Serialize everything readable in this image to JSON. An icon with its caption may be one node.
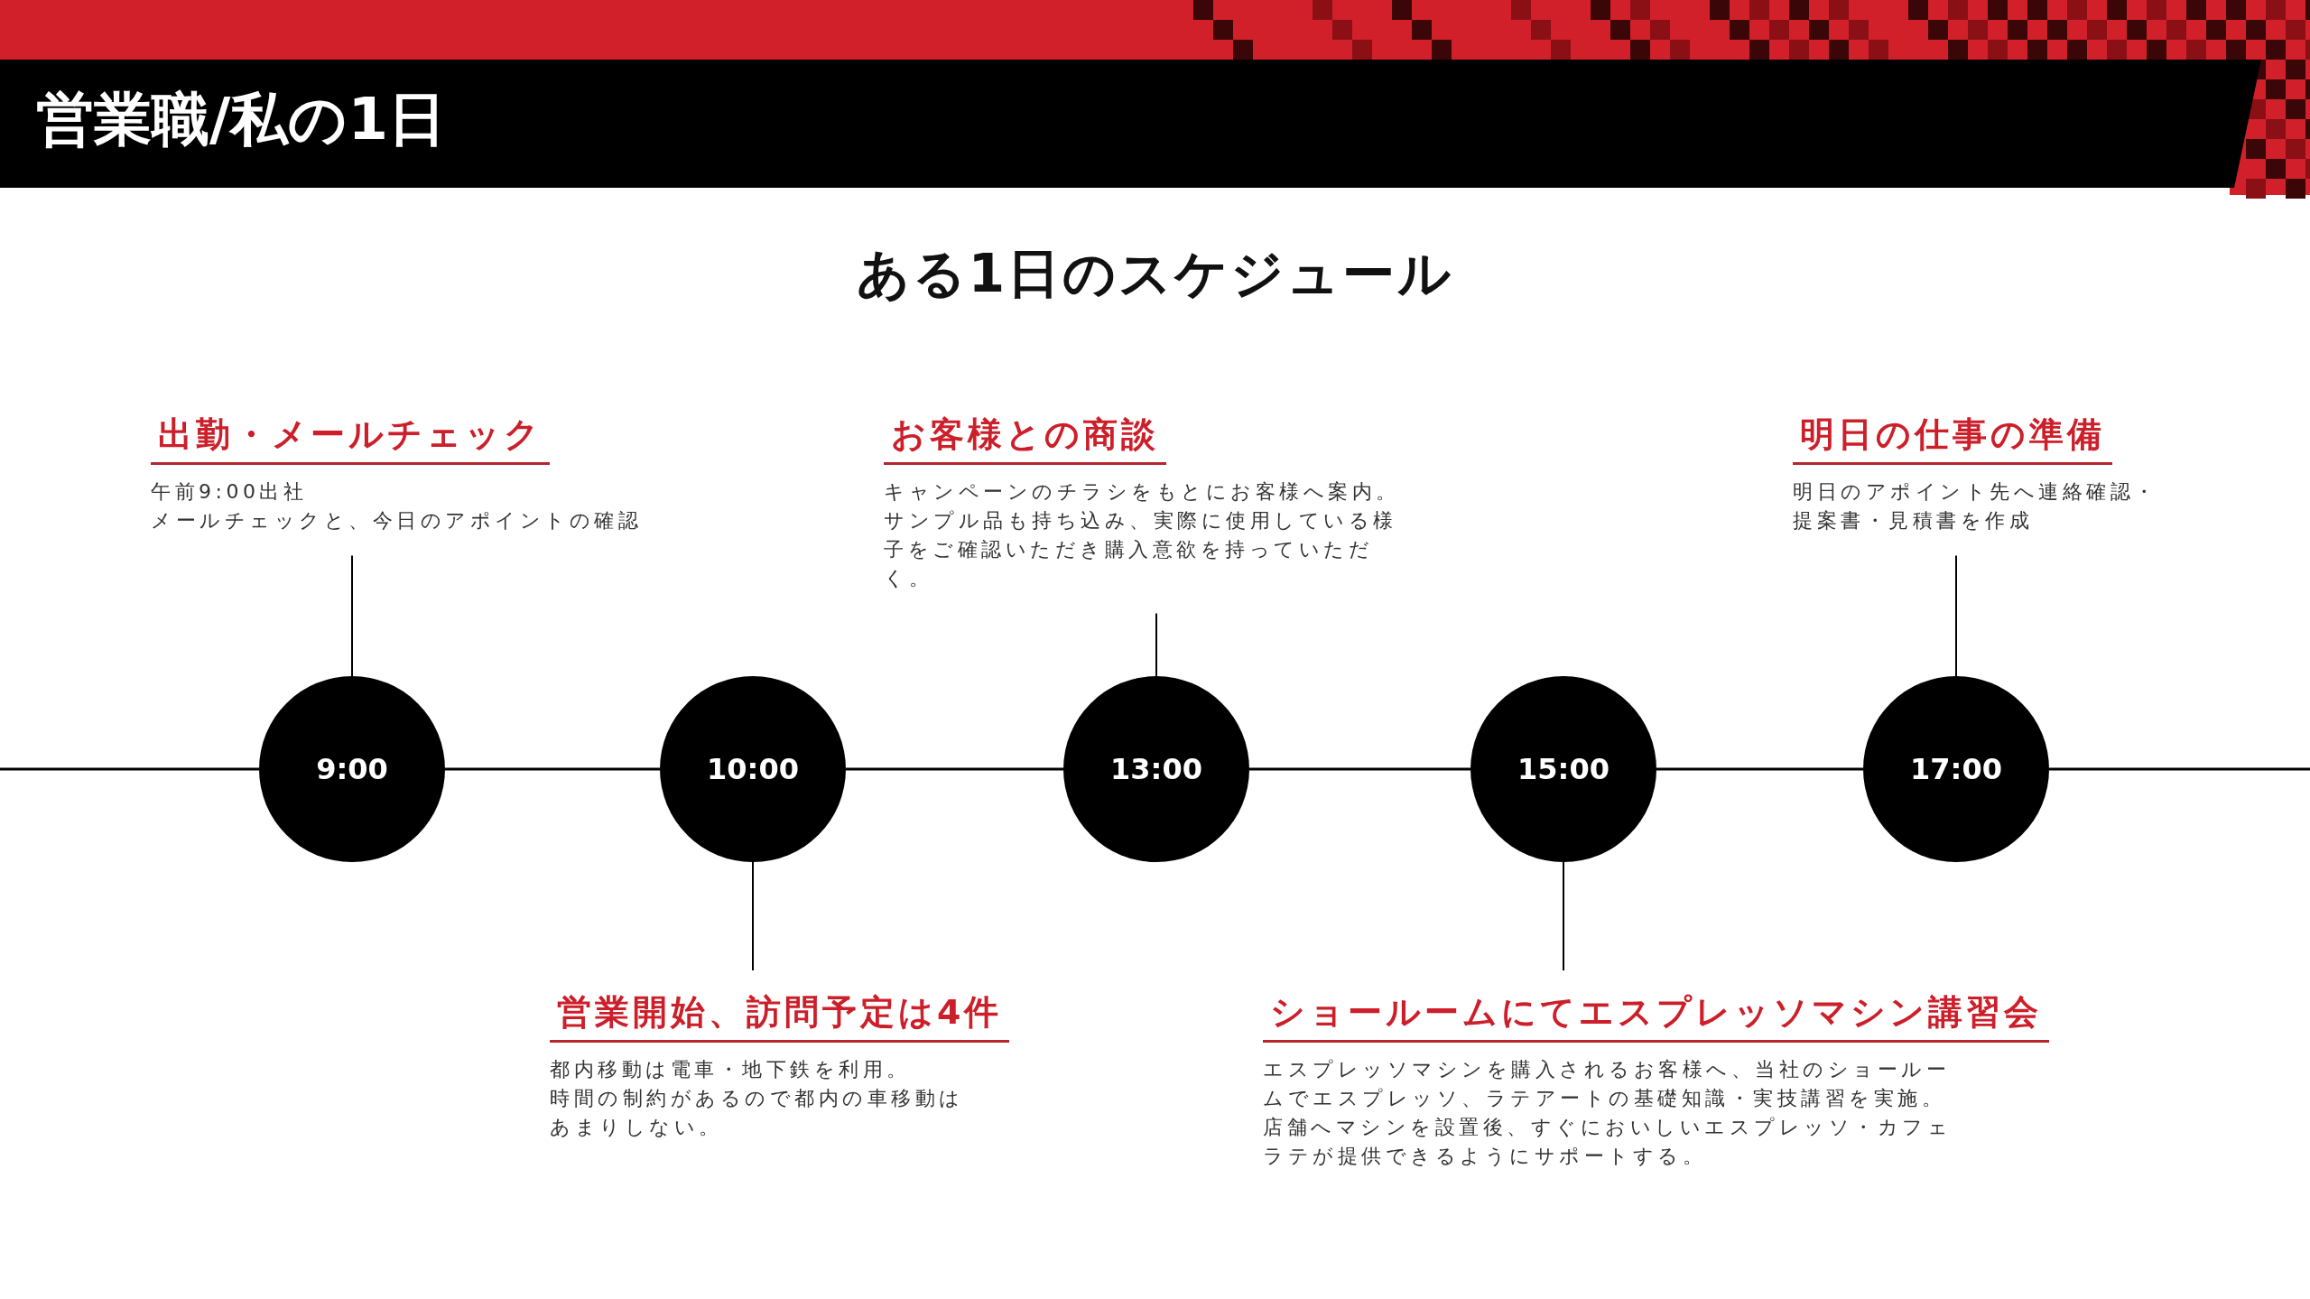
{
  "diagram": {
    "title": "営業職/私の1日",
    "nodes": [
      {
        "text": [
          "9:00"
        ]
      },
      {
        "text": [
          "10:00"
        ]
      },
      {
        "text": [
          "13:00"
        ]
      },
      {
        "text": [
          "15:00"
        ]
      },
      {
        "text": [
          "17:00"
        ]
      },
      {
        "text": [
          "出勤・メールチェック",
          "午前9:00出社",
          "メールチェックと、今日のアポイントの確認"
        ]
      },
      {
        "text": [
          "営業開始、訪問予定は4件",
          "都内移動は電車・地下鉄を利用。",
          "時間の制約があるので都内の車移動はあまりしない。"
        ]
      },
      {
        "text": [
          "お客様との商談",
          "キャンペーンのチラシをもとにお客様へ案内。",
          "サンプル品も持ち込み、実際に使用している様子をご確認いただき購入意欲を持っていただく。"
        ]
      },
      {
        "text": [
          "ショールームにてエスプレッソマシン講習会",
          "エスプレッソマシンを購入されるお客様へ、当社のショールームでエスプレッソ、ラテアートの基礎知識・実技講習を実施。",
          "店舗へマシンを設置後、すぐにおいしいエスプレッソ・カフェラテが提供できるようにサポートする。"
        ]
      },
      {
        "text": [
          "明日の仕事の準備",
          "明日のアポイント先へ連絡確認・提案書・見積書を作成"
        ]
      }
    ],
    "edges": [
      {
        "from": null,
        "to": 0,
        "arrow": "none"
      },
      {
        "from": 0,
        "to": 1,
        "arrow": "none"
      },
      {
        "from": 1,
        "to": 2,
        "arrow": "none"
      },
      {
        "from": 2,
        "to": 3,
        "arrow": "none"
      },
      {
        "from": 3,
        "to": 4,
        "arrow": "none"
      },
      {
        "from": 4,
        "to": null,
        "arrow": "none"
      },
      {
        "from": 5,
        "to": 0,
        "arrow": "none"
      },
      {
        "from": 6,
        "to": 1,
        "arrow": "none"
      },
      {
        "from": 7,
        "to": 2,
        "arrow": "none"
      },
      {
        "from": 8,
        "to": 3,
        "arrow": "none"
      },
      {
        "from": 9,
        "to": 4,
        "arrow": "none"
      }
    ],
    "labels": [
      "ある1日のスケジュール"
    ]
  }
}
